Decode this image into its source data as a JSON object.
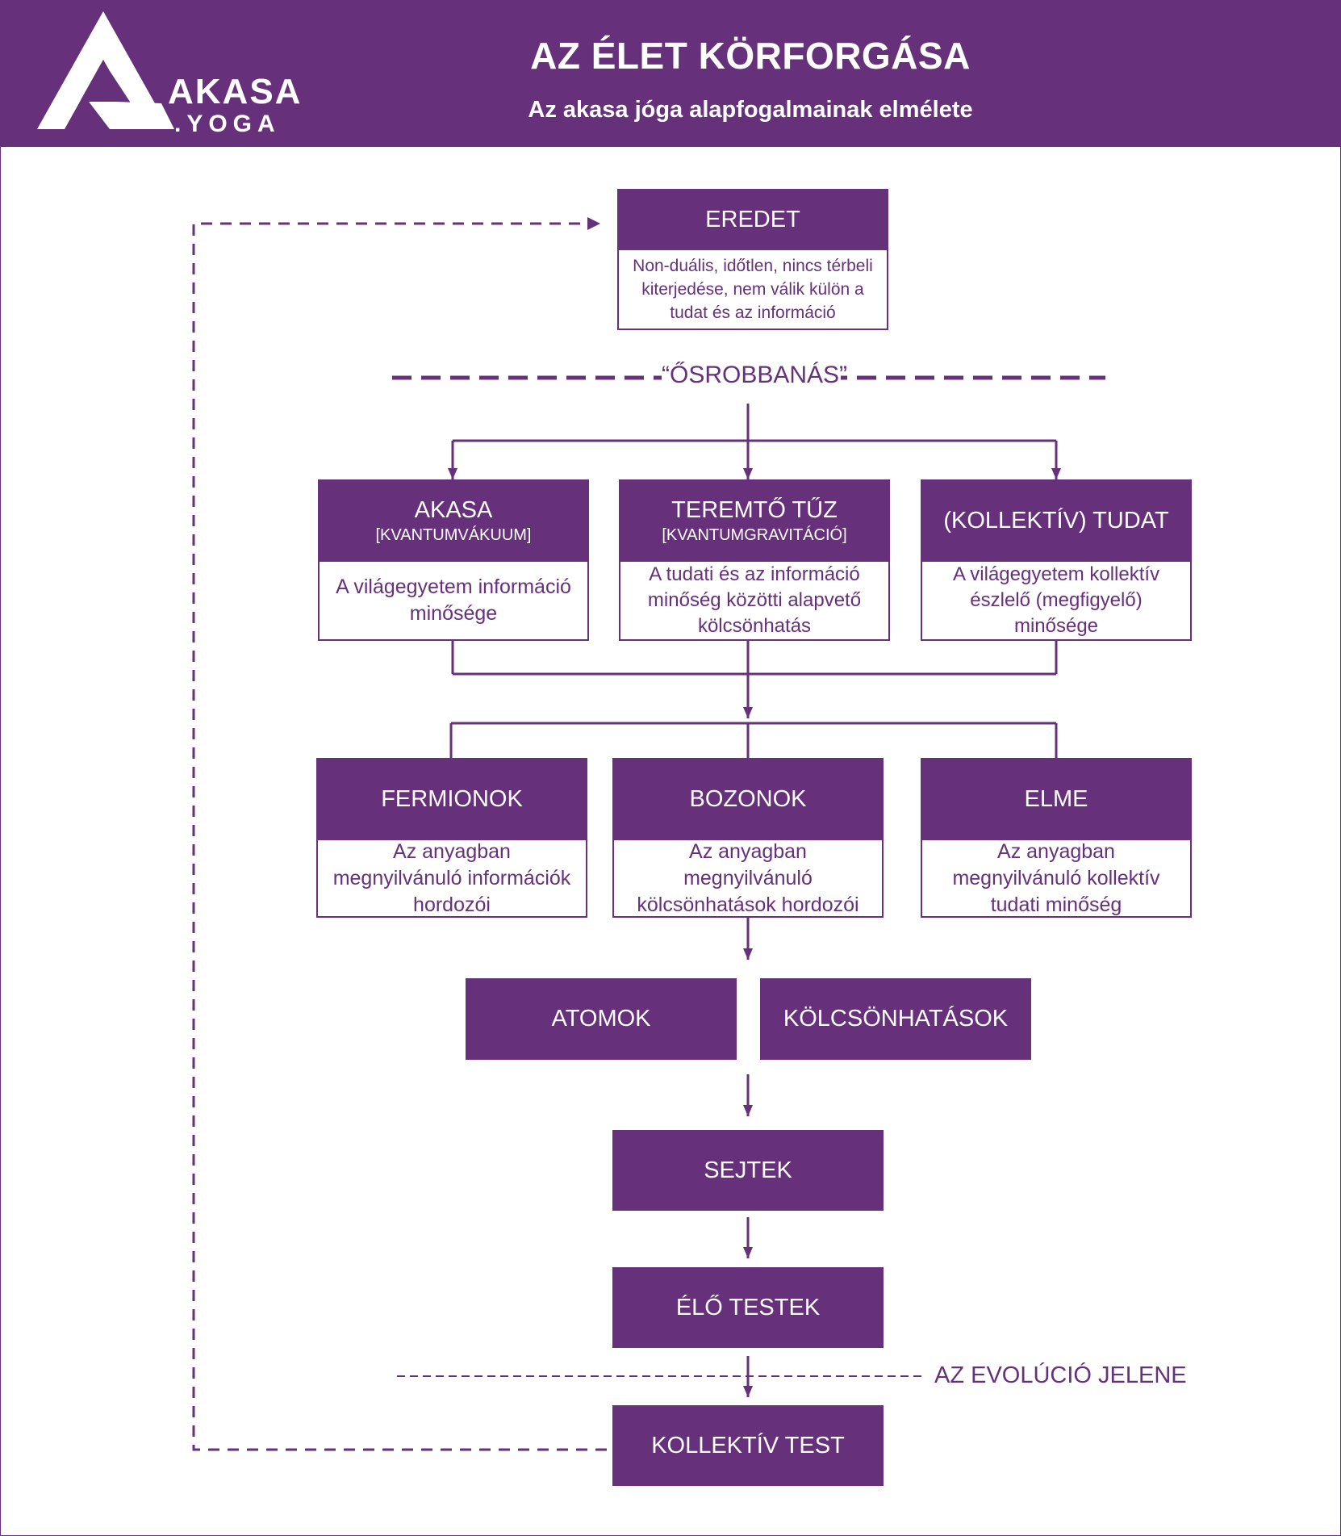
{
  "header": {
    "title": "AZ ÉLET KÖRFORGÁSA",
    "subtitle": "Az akasa jóga alapfogalmainak elmélete",
    "logo_top": "AKASA",
    "logo_bottom": ".YOGA"
  },
  "origin": {
    "title": "EREDET",
    "desc": "Non-duális, időtlen, nincs térbeli kiterjedése, nem válik külön a tudat és az információ"
  },
  "big_bang_label": "“ŐSROBBANÁS”",
  "row1": [
    {
      "title": "AKASA",
      "subtitle": "[KVANTUMVÁKUUM]",
      "desc": "A világegyetem információ minősége"
    },
    {
      "title": "TEREMTŐ TŰZ",
      "subtitle": "[KVANTUMGRAVITÁCIÓ]",
      "desc": "A tudati és az információ minőség közötti alapvető kölcsönhatás"
    },
    {
      "title": "(KOLLEKTÍV) TUDAT",
      "subtitle": "",
      "desc": "A világegyetem kollektív észlelő (megfigyelő) minősége"
    }
  ],
  "row2": [
    {
      "title": "FERMIONOK",
      "desc": "Az anyagban megnyilvánuló információk hordozói"
    },
    {
      "title": "BOZONOK",
      "desc": "Az anyagban megnyilvánuló kölcsönhatások hordozói"
    },
    {
      "title": "ELME",
      "desc": "Az anyagban megnyilvánuló kollektív tudati minőség"
    }
  ],
  "atoms": "ATOMOK",
  "interactions": "KÖLCSÖNHATÁSOK",
  "cells": "SEJTEK",
  "living_bodies": "ÉLŐ TESTEK",
  "evolution_label": "AZ EVOLÚCIÓ JELENE",
  "collective_body": "KOLLEKTÍV TEST",
  "colors": {
    "brand_purple": "#66307a",
    "background": "#ffffff"
  }
}
